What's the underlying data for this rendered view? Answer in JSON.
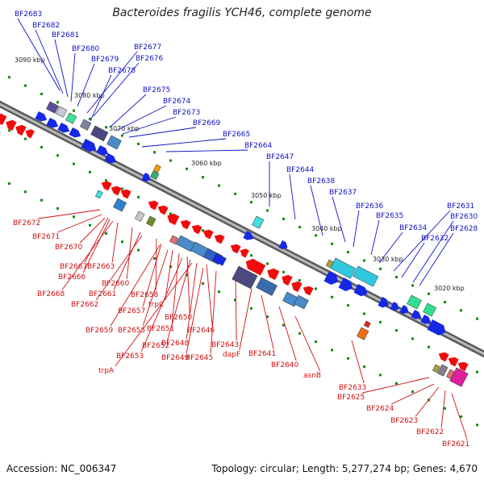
{
  "title": "Bacteroides fragilis YCH46, complete genome",
  "footer": {
    "accession": "Accession: NC_006347",
    "summary": "Topology: circular; Length: 5,277,274 bp; Genes: 4,670"
  },
  "colors": {
    "forward_label": "#1010c8",
    "reverse_label": "#d01010",
    "backbone": "#888888",
    "forward_arrow": "#1428e6",
    "reverse_arrow": "#f00c0c",
    "dots": "#0a8a0a"
  },
  "kbp_ticks": [
    "3090 kbp",
    "3080 kbp",
    "3070 kbp",
    "3060 kbp",
    "3050 kbp",
    "3040 kbp",
    "3030 kbp",
    "3020 kbp"
  ],
  "forward_labels": [
    "BF2683",
    "BF2682",
    "BF2681",
    "BF2680",
    "BF2679",
    "BF2677",
    "BF2676",
    "BF2678",
    "BF2675",
    "BF2674",
    "BF2673",
    "BF2669",
    "BF2665",
    "BF2664",
    "BF2647",
    "BF2644",
    "BF2638",
    "BF2637",
    "BF2636",
    "BF2635",
    "BF2634",
    "BF2631",
    "BF2630",
    "BF2632",
    "BF2628"
  ],
  "reverse_labels": [
    "BF2672",
    "BF2671",
    "BF2670",
    "BF2667",
    "BF2663",
    "BF2666",
    "BF2660",
    "BF2668",
    "BF2661",
    "BF2658",
    "BF2662",
    "BF2657",
    "trpC",
    "BF2650",
    "BF2659",
    "BF2655",
    "BF2651",
    "BF2646",
    "BF2652",
    "BF2648",
    "BF2653",
    "BF2649",
    "BF2645",
    "BF2643",
    "dapF",
    "BF2641",
    "trpA",
    "BF2640",
    "asnB",
    "BF2633",
    "BF2625",
    "BF2624",
    "BF2623",
    "BF2622",
    "BF2621"
  ]
}
